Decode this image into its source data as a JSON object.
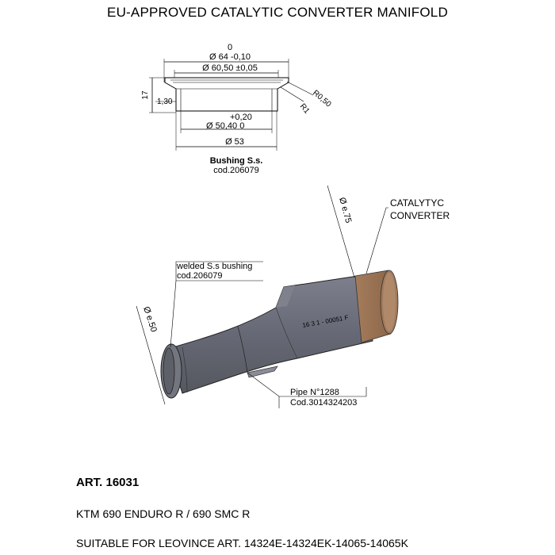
{
  "title": "EU-APPROVED CATALYTIC CONVERTER MANIFOLD",
  "bushing": {
    "dim_top_tol": "0",
    "dim_d64": "Ø 64 -0,10",
    "dim_d60": "Ø 60,50 ±0,05",
    "dim_17": "17",
    "dim_130": "1,30",
    "dim_r1": "R1",
    "dim_r050": "R0,50",
    "dim_tol_plus": "+0,20",
    "dim_d5040": "Ø 50,40  0",
    "dim_d53": "Ø 53",
    "name": "Bushing S.s.",
    "code": "cod.206079"
  },
  "manifold": {
    "dim_e75": "Ø e.75",
    "catalyst_label_1": "CATALYTYC",
    "catalyst_label_2": "CONVERTER",
    "welded_label_1": "welded S.s bushing",
    "welded_label_2": "cod.206079",
    "dim_e50": "Ø e.50",
    "stamp": "16 3 1 - 00051 F",
    "pipe_label_1": "Pipe N°1288",
    "pipe_label_2": "Cod.3014324203"
  },
  "art": "ART. 16031",
  "model": "KTM 690 ENDURO R / 690 SMC R",
  "suitable": "SUITABLE FOR LEOVINCE ART. 14324E-14324EK-14065-14065K",
  "colors": {
    "pipe": "#6b6e7a",
    "catalyst": "#9a7355"
  }
}
